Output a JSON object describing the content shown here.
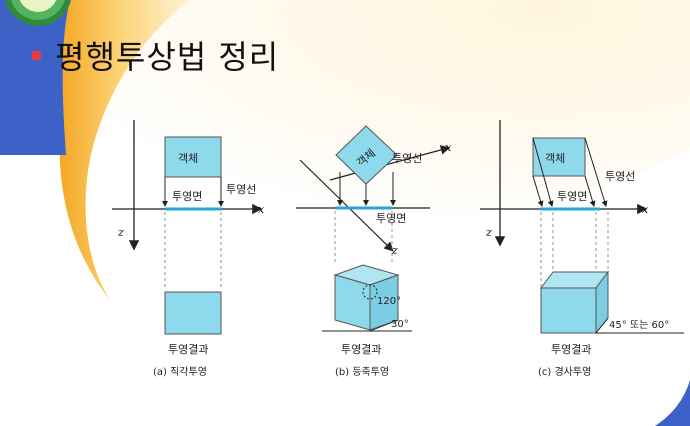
{
  "slide": {
    "title": "평행투상법 정리"
  },
  "figures": [
    {
      "caption": "(a) 직각투영",
      "object_label": "객체",
      "plane_label": "투영면",
      "ray_label": "투영선",
      "result_label": "투영결과",
      "x_axis": "x",
      "z_axis": "z"
    },
    {
      "caption": "(b) 등축투영",
      "object_label": "객체",
      "plane_label": "투영면",
      "ray_label": "투영선",
      "result_label": "투영결과",
      "angle_label": "120°",
      "base_angle_label": "30°",
      "x_axis": "x",
      "z_axis": "z"
    },
    {
      "caption": "(c) 경사투영",
      "object_label": "객체",
      "plane_label": "투영면",
      "ray_label": "투영선",
      "result_label": "투영결과",
      "angle_label": "45° 또는 60°",
      "x_axis": "x",
      "z_axis": "z"
    }
  ],
  "colors": {
    "background_blue": "#3c62c8",
    "accent_yellow": "#f7bb3a",
    "bullet": "#e8384a",
    "fill_cyan": "#8fd9ec",
    "plane_line": "#24a7d6"
  }
}
